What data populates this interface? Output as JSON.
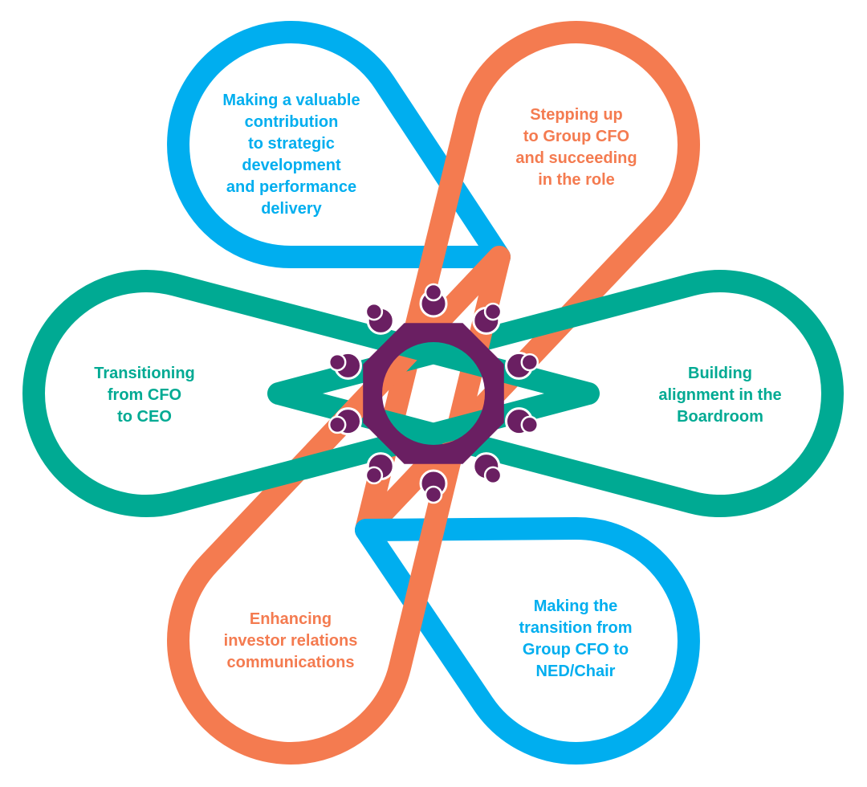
{
  "colors": {
    "blue": "#00AEEF",
    "orange": "#F47B50",
    "teal": "#00AA93",
    "purple": "#6A1F62"
  },
  "center_icon": "boardroom-table-with-ten-people-icon",
  "loops": [
    {
      "id": "strategic",
      "color": "blue",
      "label": "Making a valuable\ncontribution\nto strategic\ndevelopment\nand performance\ndelivery"
    },
    {
      "id": "group-cfo",
      "color": "orange",
      "label": "Stepping up\nto Group CFO\nand succeeding\nin the role"
    },
    {
      "id": "boardroom",
      "color": "teal",
      "label": "Building\nalignment in the\nBoardroom"
    },
    {
      "id": "ned-chair",
      "color": "blue",
      "label": "Making the\ntransition from\nGroup CFO to\nNED/Chair"
    },
    {
      "id": "investor",
      "color": "orange",
      "label": "Enhancing\ninvestor relations\ncommunications"
    },
    {
      "id": "ceo",
      "color": "teal",
      "label": "Transitioning\nfrom CFO\nto CEO"
    }
  ]
}
